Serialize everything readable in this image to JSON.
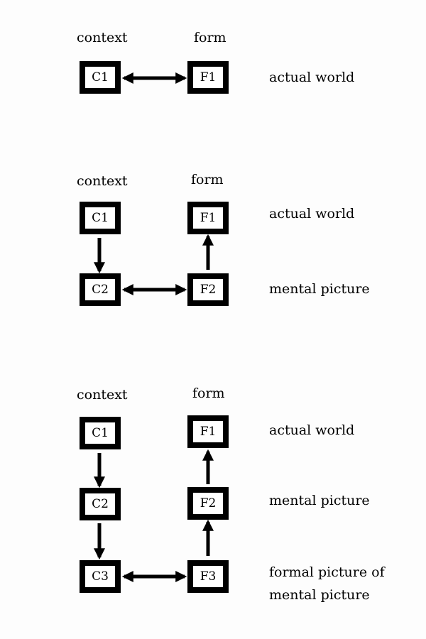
{
  "ink_color": "#000000",
  "diagrams": [
    {
      "column_labels": {
        "context": "context",
        "form": "form"
      },
      "rows": [
        {
          "context_box": "C1",
          "form_box": "F1",
          "description": "actual world"
        }
      ]
    },
    {
      "column_labels": {
        "context": "context",
        "form": "form"
      },
      "rows": [
        {
          "context_box": "C1",
          "form_box": "F1",
          "description": "actual world"
        },
        {
          "context_box": "C2",
          "form_box": "F2",
          "description": "mental picture"
        }
      ]
    },
    {
      "column_labels": {
        "context": "context",
        "form": "form"
      },
      "rows": [
        {
          "context_box": "C1",
          "form_box": "F1",
          "description": "actual world"
        },
        {
          "context_box": "C2",
          "form_box": "F2",
          "description": "mental picture"
        },
        {
          "context_box": "C3",
          "form_box": "F3",
          "description": "formal picture of",
          "description_line2": "mental picture"
        }
      ]
    }
  ]
}
